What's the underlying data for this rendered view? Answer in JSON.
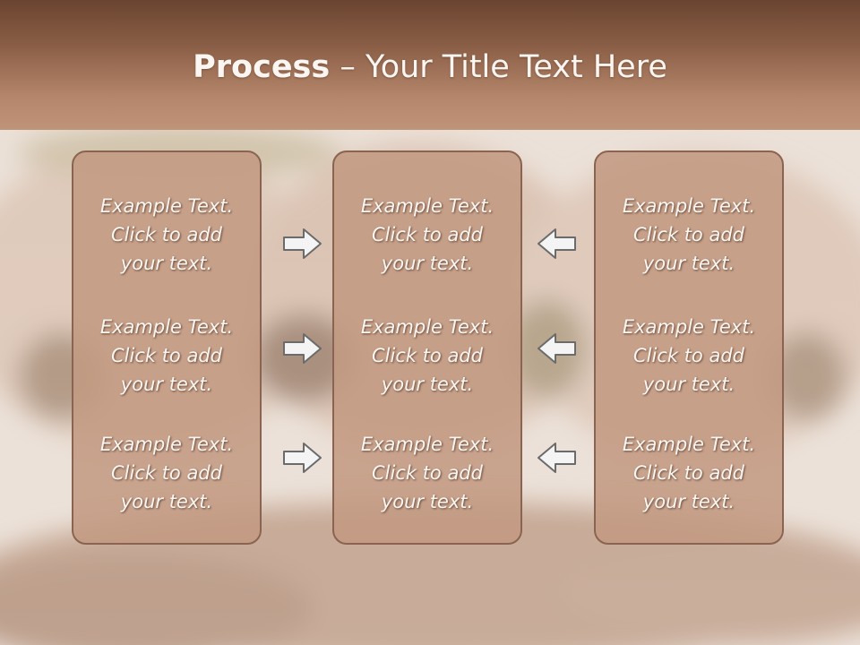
{
  "title": {
    "bold": "Process",
    "rest": " – Your Title Text Here"
  },
  "panels": [
    {
      "items": [
        {
          "line1": "Example Text.",
          "line2": "Click  to add",
          "line3": "your text."
        },
        {
          "line1": "Example Text.",
          "line2": "Click  to add",
          "line3": "your text."
        },
        {
          "line1": "Example Text.",
          "line2": "Click  to add",
          "line3": "your text."
        }
      ]
    },
    {
      "items": [
        {
          "line1": "Example Text.",
          "line2": "Click  to add",
          "line3": "your text."
        },
        {
          "line1": "Example Text.",
          "line2": "Click  to add",
          "line3": "your text."
        },
        {
          "line1": "Example Text.",
          "line2": "Click  to add",
          "line3": "your text."
        }
      ]
    },
    {
      "items": [
        {
          "line1": "Example Text.",
          "line2": "Click  to add",
          "line3": "your text."
        },
        {
          "line1": "Example Text.",
          "line2": "Click  to add",
          "line3": "your text."
        },
        {
          "line1": "Example Text.",
          "line2": "Click  to add",
          "line3": "your text."
        }
      ]
    }
  ],
  "arrows": {
    "left_column": [
      "arrow-right-icon",
      "arrow-right-icon",
      "arrow-right-icon"
    ],
    "right_column": [
      "arrow-left-icon",
      "arrow-left-icon",
      "arrow-left-icon"
    ]
  },
  "colors": {
    "header_dark": "#6a4430",
    "header_light": "#c09479",
    "panel_fill": "#c39a82",
    "panel_border": "#8a6450",
    "text": "#fbf6f2"
  }
}
